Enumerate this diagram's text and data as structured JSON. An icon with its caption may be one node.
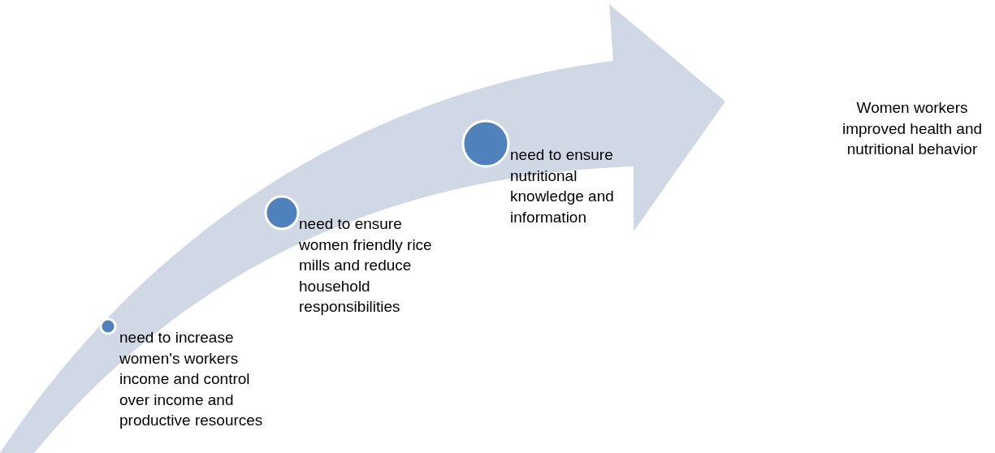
{
  "diagram": {
    "nodes": [
      {
        "text": [
          "need to increase women's workers income and control over income and productive resources"
        ]
      },
      {
        "text": [
          "need to ensure women friendly rice mills and reduce household responsibilities"
        ]
      },
      {
        "text": [
          "need to ensure nutritional knowledge and information"
        ]
      },
      {
        "text": [
          "Women workers improved health and nutritional behavior"
        ]
      }
    ]
  }
}
